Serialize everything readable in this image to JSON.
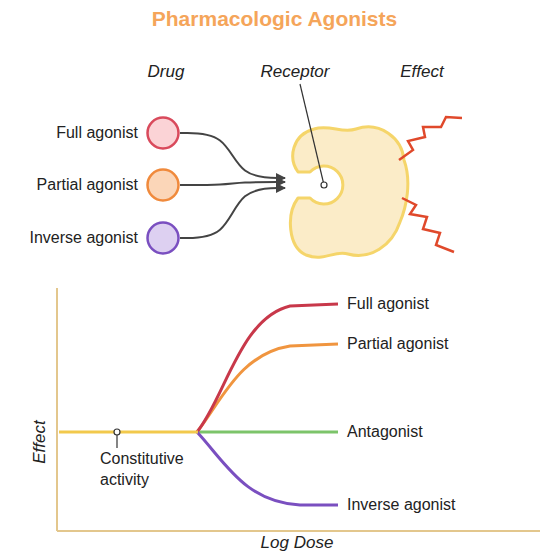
{
  "diagram": {
    "title": "Pharmacologic Agonists",
    "nodes": [
      {
        "text": [
          "Full agonist"
        ]
      },
      {
        "text": [
          "Partial agonist"
        ]
      },
      {
        "text": [
          "Inverse agonist"
        ]
      },
      {
        "text": [
          "Receptor"
        ]
      }
    ],
    "edges": [
      {
        "from": 0,
        "to": 3,
        "arrow": "to"
      },
      {
        "from": 1,
        "to": 3,
        "arrow": "to"
      },
      {
        "from": 2,
        "to": 3,
        "arrow": "to"
      }
    ],
    "labels": [
      "Drug",
      "Effect",
      "Full agonist",
      "Partial agonist",
      "Antagonist",
      "Inverse agonist",
      "Constitutive activity",
      "Effect",
      "Log Dose"
    ]
  }
}
